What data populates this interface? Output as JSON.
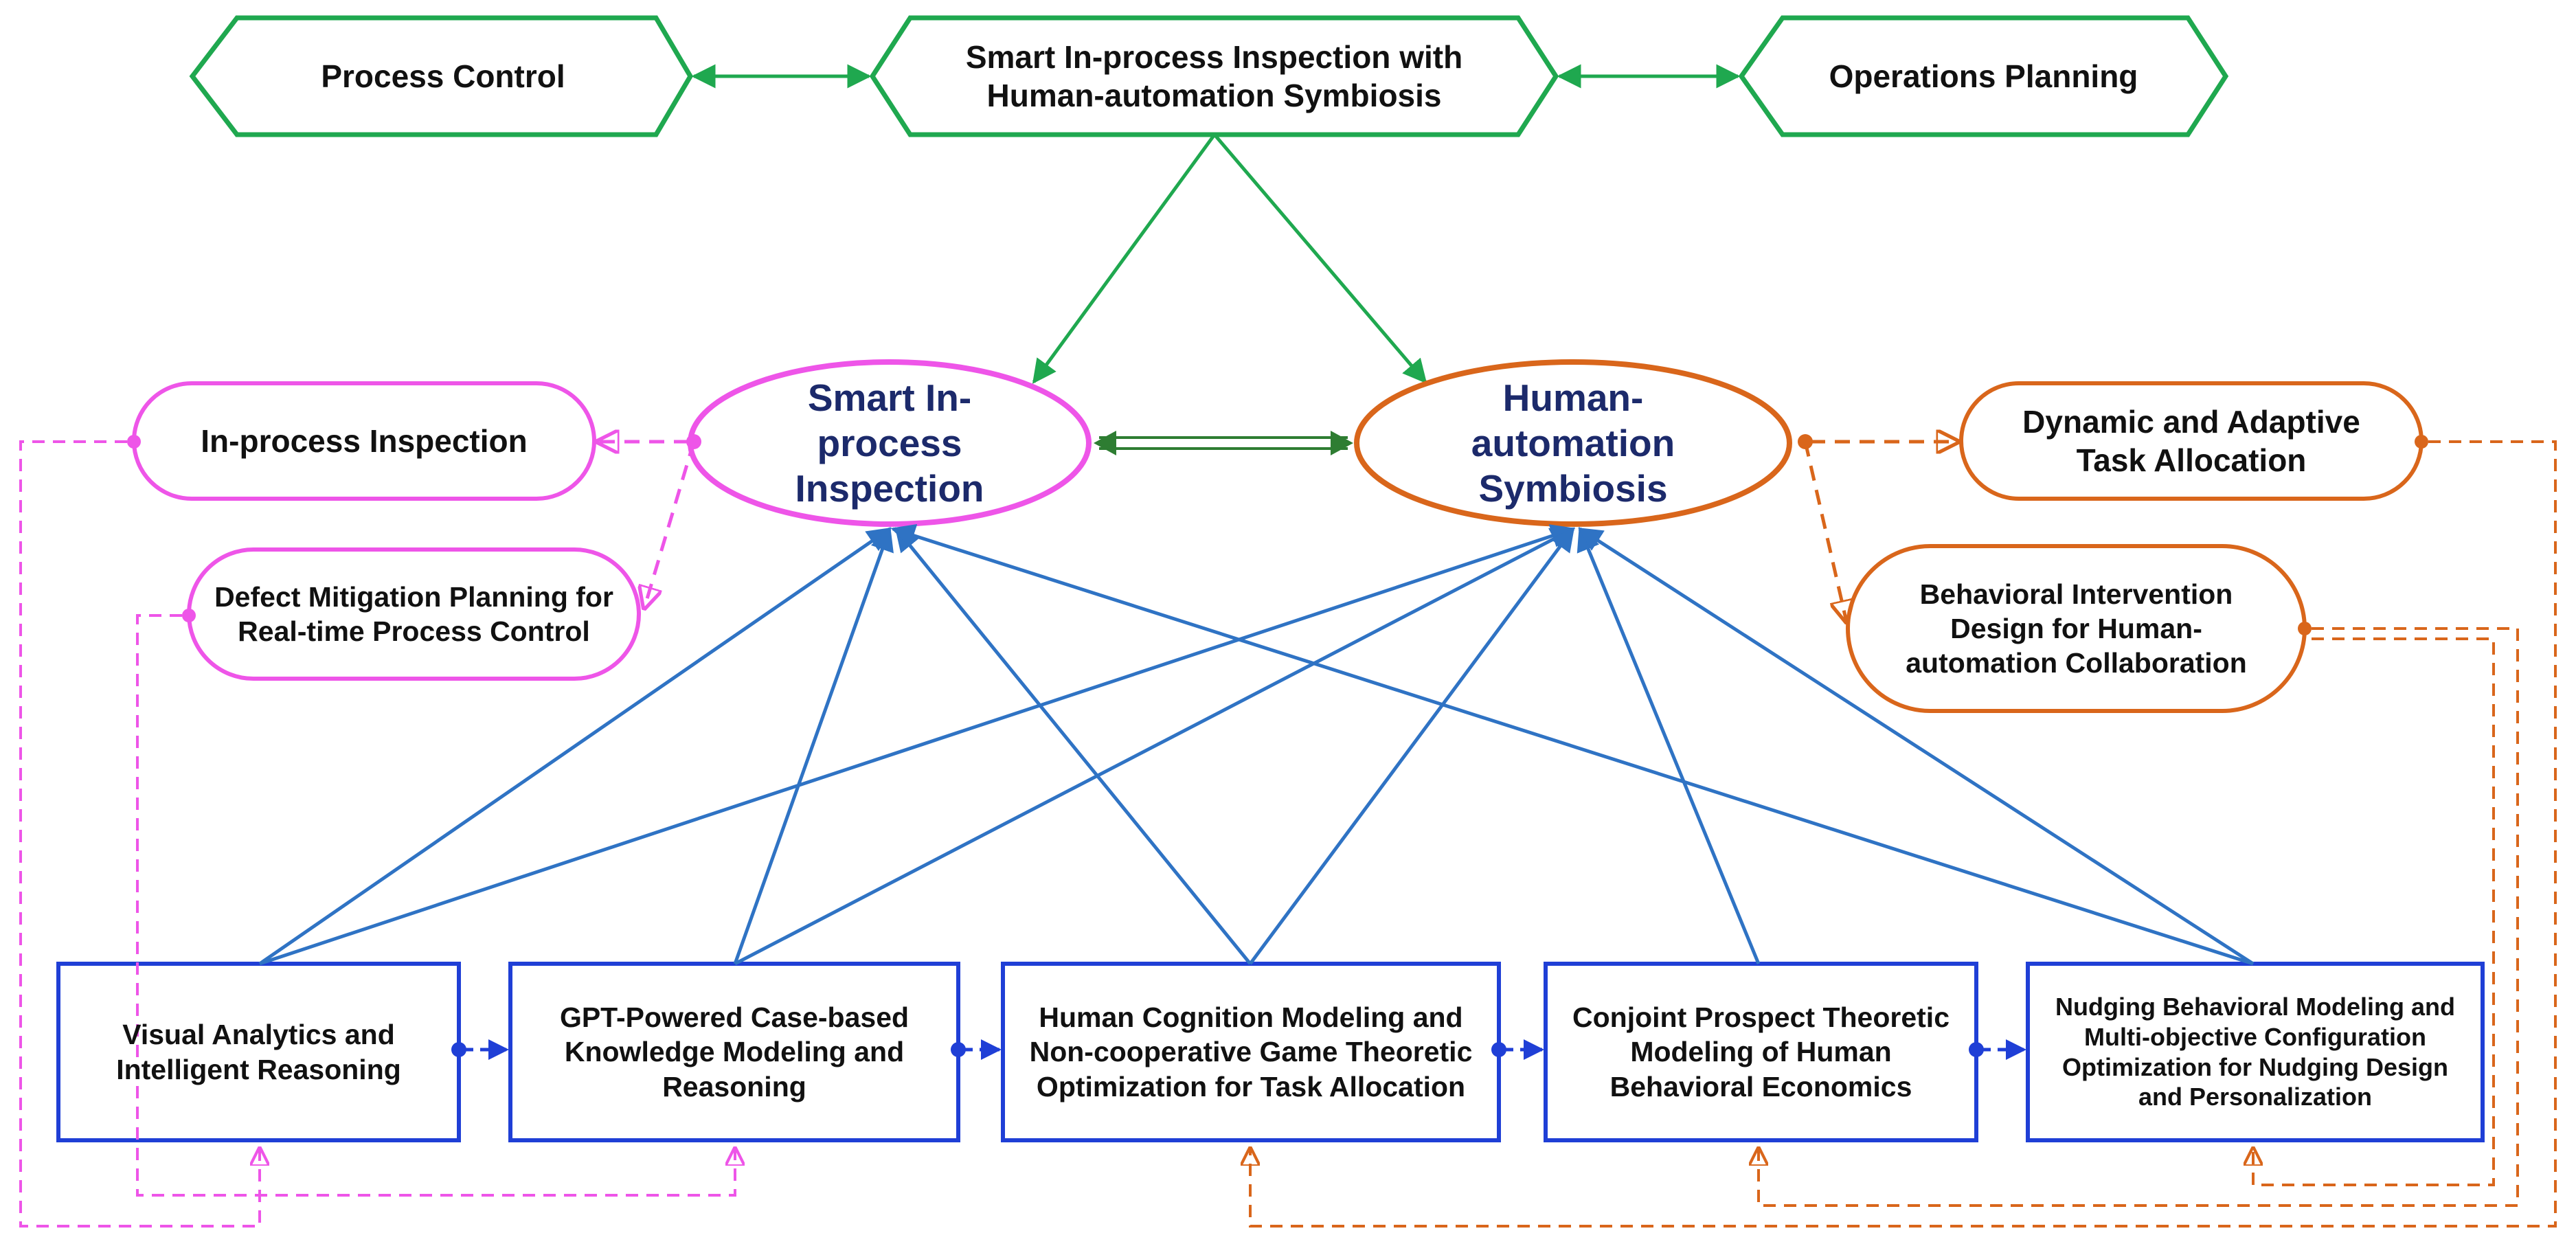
{
  "colors": {
    "green": "#1fa84f",
    "dark_green": "#2e7d32",
    "magenta": "#ee55e8",
    "orange": "#d9661b",
    "blue": "#2f73c4",
    "box_blue": "#1f3fd6",
    "hub_text": "#1c2a6b"
  },
  "top_row": {
    "process_control": "Process Control",
    "center_line1": "Smart In-process Inspection with",
    "center_line2": "Human-automation Symbiosis",
    "operations_planning": "Operations Planning"
  },
  "hubs": {
    "inspection": [
      "Smart In-",
      "process",
      "Inspection"
    ],
    "symbiosis": [
      "Human-",
      "automation",
      "Symbiosis"
    ]
  },
  "left_outputs": {
    "in_process_inspection": "In-process Inspection",
    "defect_line1": "Defect Mitigation Planning for",
    "defect_line2": "Real-time Process Control"
  },
  "right_outputs": {
    "dynamic_line1": "Dynamic and Adaptive",
    "dynamic_line2": "Task Allocation",
    "behavioral_line1": "Behavioral Intervention",
    "behavioral_line2": "Design for Human-",
    "behavioral_line3": "automation Collaboration"
  },
  "methods": [
    {
      "lines": [
        "Visual Analytics and",
        "Intelligent Reasoning"
      ]
    },
    {
      "lines": [
        "GPT-Powered Case-based",
        "Knowledge Modeling and",
        "Reasoning"
      ]
    },
    {
      "lines": [
        "Human Cognition Modeling and",
        "Non-cooperative Game Theoretic",
        "Optimization for Task Allocation"
      ]
    },
    {
      "lines": [
        "Conjoint Prospect Theoretic",
        "Modeling of Human",
        "Behavioral Economics"
      ]
    },
    {
      "lines": [
        "Nudging Behavioral Modeling and",
        "Multi-objective Configuration",
        "Optimization for Nudging Design",
        "and Personalization"
      ]
    }
  ]
}
